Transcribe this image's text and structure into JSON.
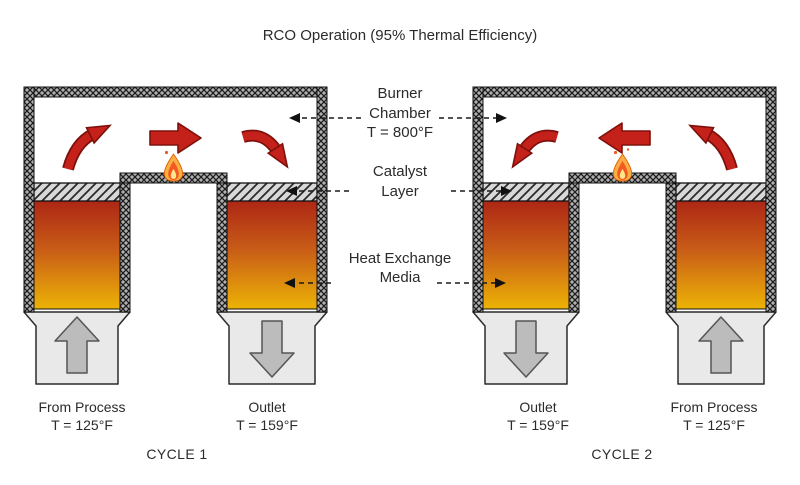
{
  "title": "RCO Operation (95% Thermal Efficiency)",
  "annotations": {
    "burner": {
      "line1": "Burner",
      "line2": "Chamber",
      "temp": "T = 800°F"
    },
    "catalyst": {
      "line1": "Catalyst",
      "line2": "Layer"
    },
    "media": {
      "line1": "Heat Exchange",
      "line2": "Media"
    }
  },
  "cycles": {
    "cycle1": {
      "name": "CYCLE 1",
      "left_duct": {
        "label": "From Process",
        "temp": "T = 125°F",
        "flow": "up"
      },
      "right_duct": {
        "label": "Outlet",
        "temp": "T = 159°F",
        "flow": "down"
      }
    },
    "cycle2": {
      "name": "CYCLE 2",
      "left_duct": {
        "label": "Outlet",
        "temp": "T = 159°F",
        "flow": "down"
      },
      "right_duct": {
        "label": "From Process",
        "temp": "T = 125°F",
        "flow": "up"
      }
    }
  },
  "icons": {
    "flame": "burner-flame",
    "red_arrow": "gas-flow-direction",
    "gray_arrow": "duct-flow-direction",
    "leader_arrow": "label-pointer"
  },
  "colors": {
    "flow_red": "#c4211a",
    "flow_red_dark": "#7e100c",
    "wall_gray": "#b0b0b0",
    "catalyst_gray": "#d8d8d8",
    "media_top": "#ad2715",
    "media_mid": "#c85c17",
    "media_bottom": "#ecb306",
    "duct_gray": "#e9e9e9",
    "duct_arrow_gray": "#bcbcbc",
    "flame_outer": "#fbae42",
    "flame_mid": "#f15a22",
    "flame_core": "#ffe88c",
    "text": "#2b2b2b"
  }
}
